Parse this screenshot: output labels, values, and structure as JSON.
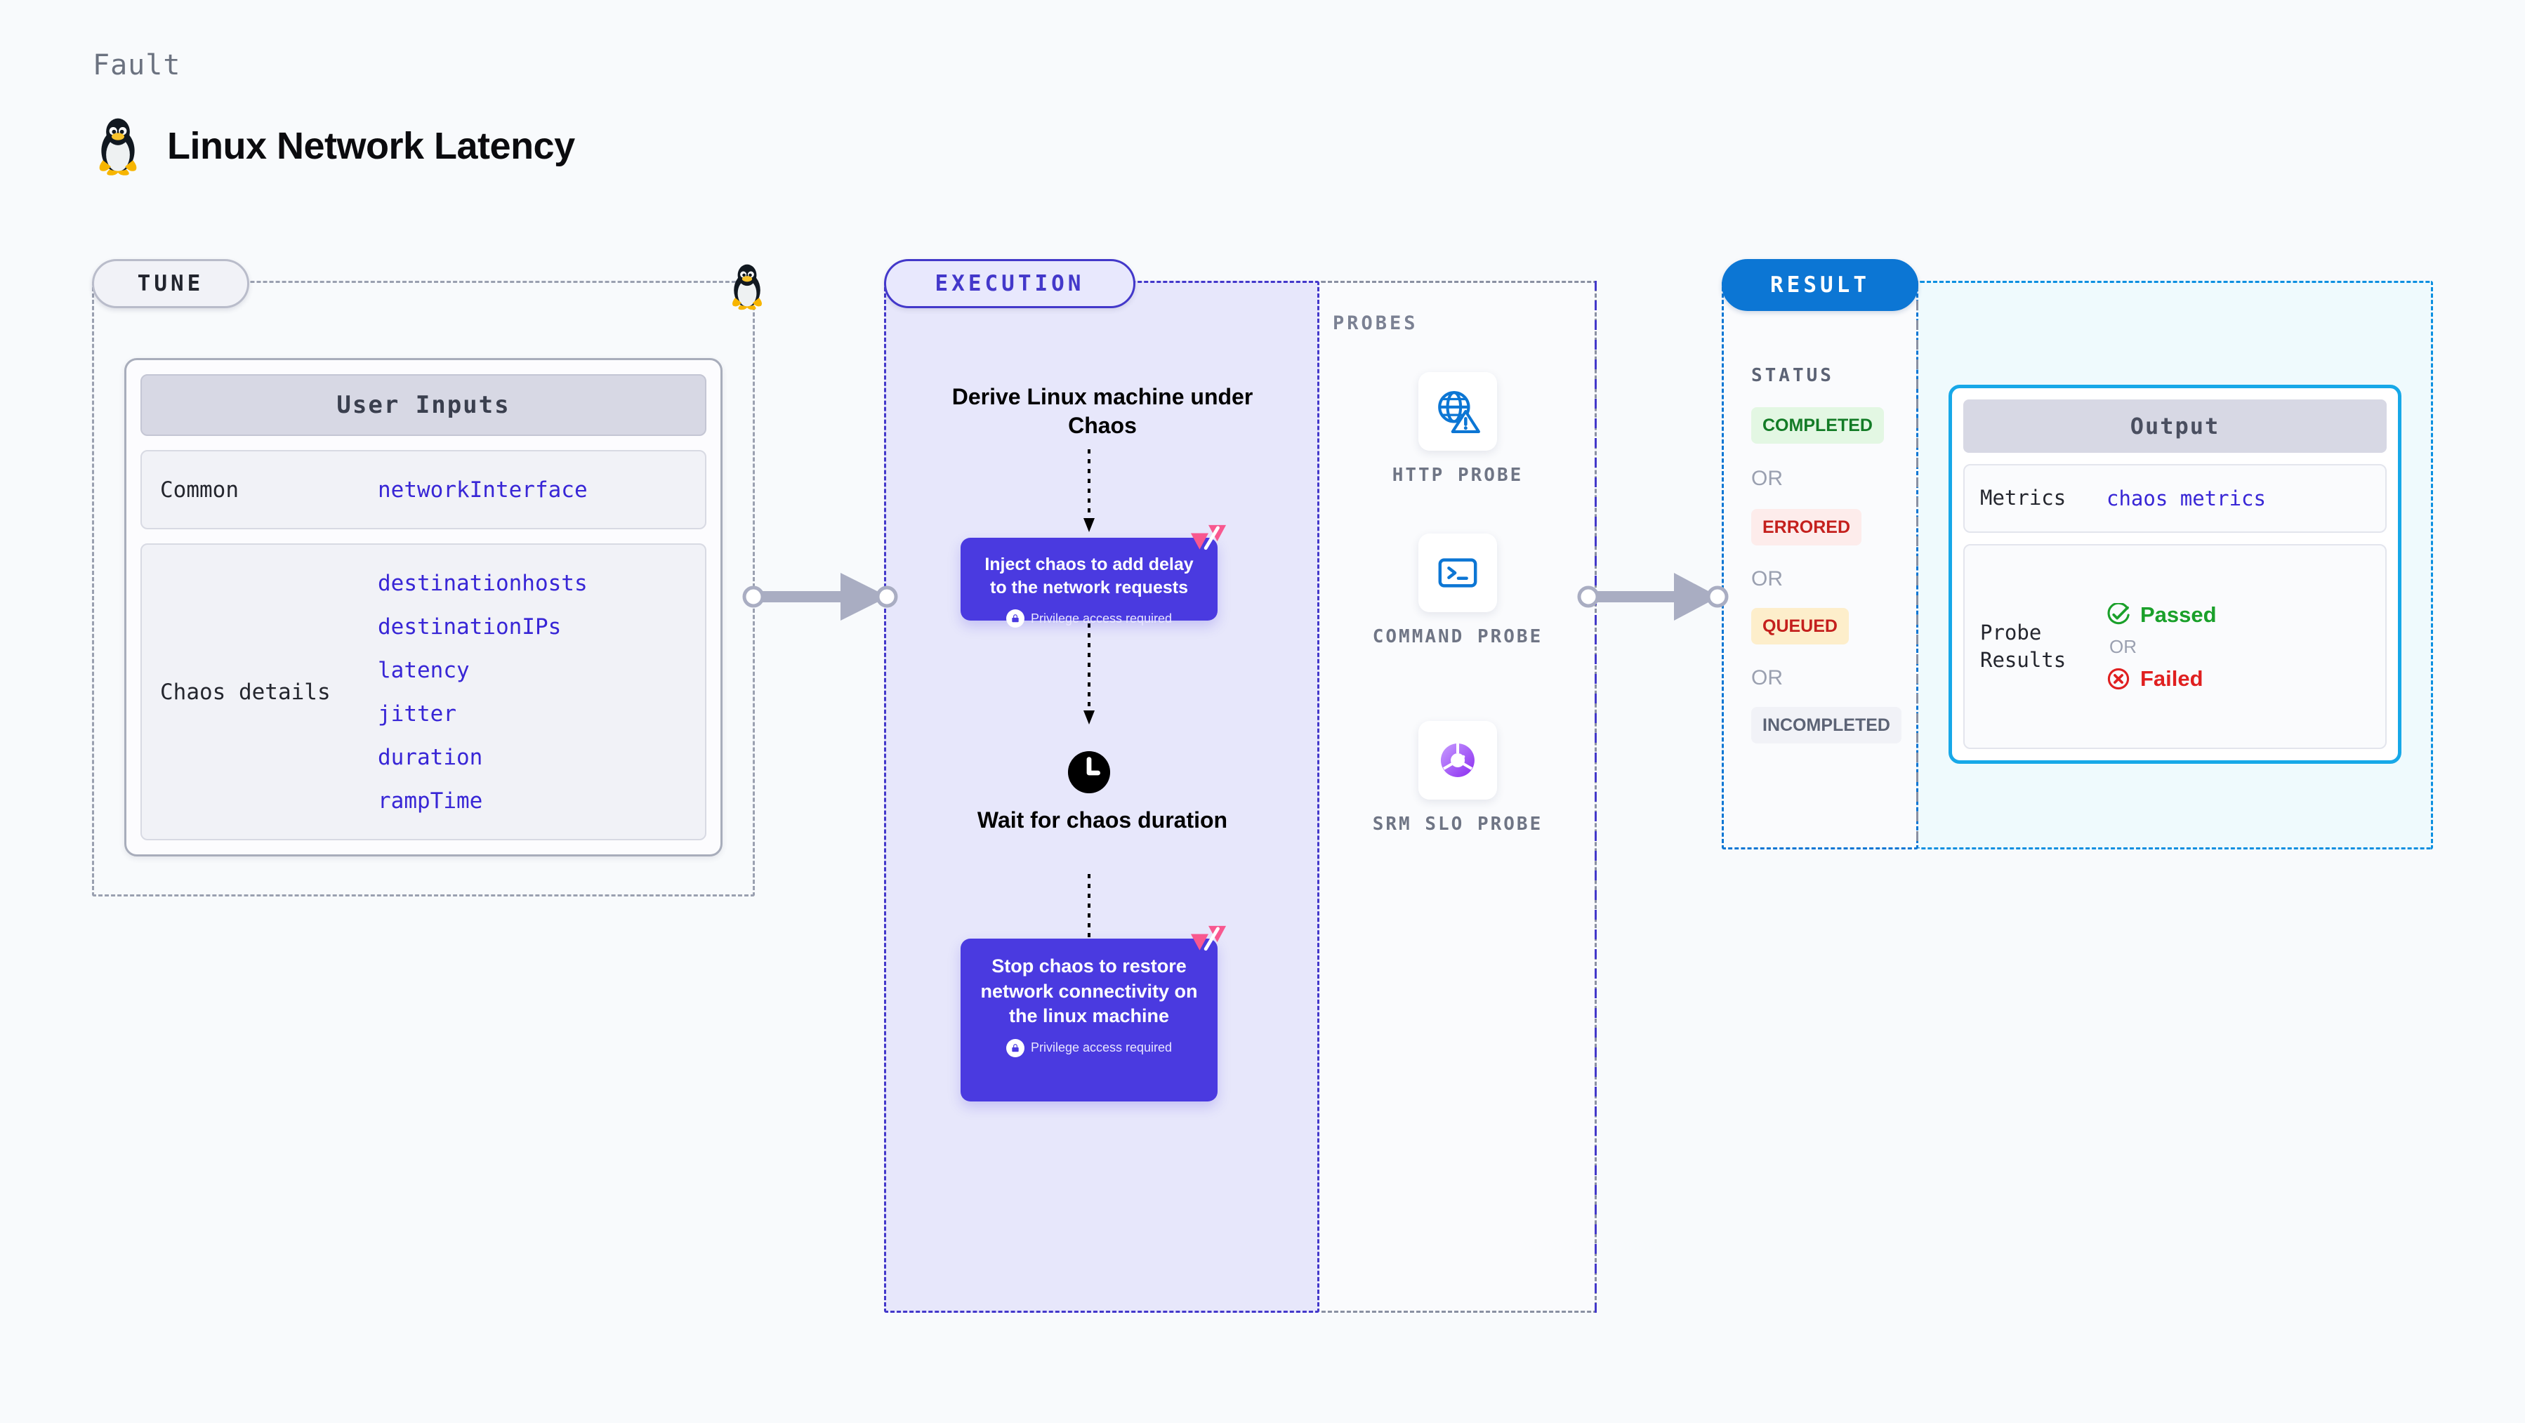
{
  "header": {
    "kicker": "Fault",
    "title": "Linux Network Latency",
    "icon": "tux-penguin-icon"
  },
  "tune": {
    "chip_label": "TUNE",
    "card_title": "User Inputs",
    "rows": [
      {
        "key": "Common",
        "values": [
          "networkInterface"
        ]
      },
      {
        "key": "Chaos details",
        "values": [
          "destinationhosts",
          "destinationIPs",
          "latency",
          "jitter",
          "duration",
          "rampTime"
        ]
      }
    ],
    "marker_icon": "tux-penguin-icon"
  },
  "execution": {
    "chip_label": "EXECUTION",
    "step_derive": "Derive Linux machine under Chaos",
    "step_inject": {
      "title": "Inject chaos to add delay to the network requests",
      "note": "Privilege access required",
      "note_icon": "lock-icon",
      "corner_icon": "chaos-logo-icon"
    },
    "step_wait": {
      "title": "Wait for chaos duration",
      "icon": "clock-icon"
    },
    "step_stop": {
      "title": "Stop chaos to restore network connectivity on the linux machine",
      "note": "Privilege access required",
      "note_icon": "lock-icon",
      "corner_icon": "chaos-logo-icon"
    }
  },
  "probes": {
    "section_label": "PROBES",
    "items": [
      {
        "label": "HTTP PROBE",
        "icon": "globe-warning-icon"
      },
      {
        "label": "COMMAND PROBE",
        "icon": "terminal-icon"
      },
      {
        "label": "SRM SLO PROBE",
        "icon": "slo-donut-check-icon"
      }
    ]
  },
  "result": {
    "chip_label": "RESULT",
    "status_label": "STATUS",
    "or_label": "OR",
    "statuses": [
      {
        "label": "COMPLETED",
        "text_color": "#137b26",
        "bg_color": "#e3f7e3"
      },
      {
        "label": "ERRORED",
        "text_color": "#c4201d",
        "bg_color": "#fdeceb"
      },
      {
        "label": "QUEUED",
        "text_color": "#c4201d",
        "bg_color": "#fdeecb"
      },
      {
        "label": "INCOMPLETED",
        "text_color": "#5c6375",
        "bg_color": "#f1f2f7"
      }
    ]
  },
  "output": {
    "card_title": "Output",
    "metrics_key": "Metrics",
    "metrics_value": "chaos metrics",
    "probe_results_key": "Probe Results",
    "passed_label": "Passed",
    "passed_icon": "check-circle-icon",
    "failed_label": "Failed",
    "failed_icon": "x-circle-icon",
    "or_label": "OR"
  },
  "colors": {
    "page_bg": "#f8fafc",
    "accent_purple": "#4338ca",
    "box_purple": "#4a3ae0",
    "accent_blue": "#0c76d4",
    "accent_cyan": "#17a8e8",
    "exec_bg": "#e7e7fb",
    "output_bg": "#effafd",
    "mono_value": "#3826d6",
    "chaos_pink": "#f8588f",
    "passed_green": "#1aa02a",
    "failed_red": "#e02020"
  }
}
